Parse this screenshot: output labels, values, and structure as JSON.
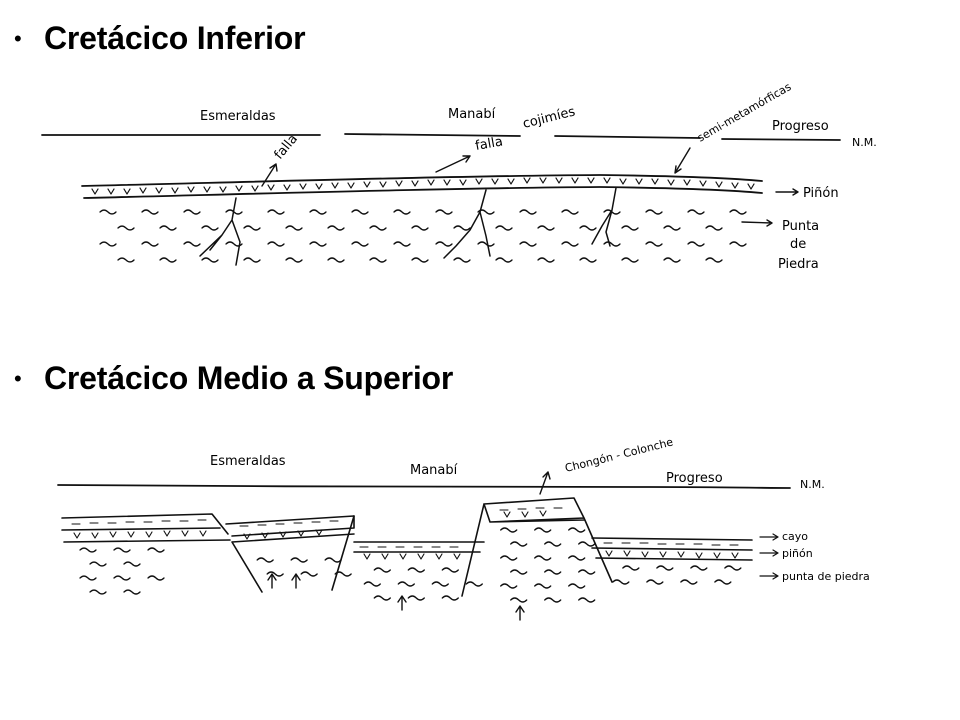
{
  "slide": {
    "bullets": [
      {
        "title": "Cretácico Inferior"
      },
      {
        "title": "Cretácico Medio a Superior"
      }
    ]
  },
  "diagram1": {
    "labels": {
      "esmeraldas": "Esmeraldas",
      "manabi": "Manabí",
      "falla1": "falla",
      "falla2": "falla",
      "cojimies": "cojimíes",
      "semi": "semi-metamórficas",
      "progreso": "Progreso",
      "nm": "N.M.",
      "pinon": "Piñón",
      "punta1": "Punta",
      "punta2": "de",
      "punta3": "Piedra"
    }
  },
  "diagram2": {
    "labels": {
      "esmeraldas": "Esmeraldas",
      "manabi": "Manabí",
      "chongon": "Chongón - Colonche",
      "progreso": "Progreso",
      "nm": "N.M.",
      "cayo": "cayo",
      "pinon": "piñón",
      "punta": "punta de piedra"
    }
  }
}
